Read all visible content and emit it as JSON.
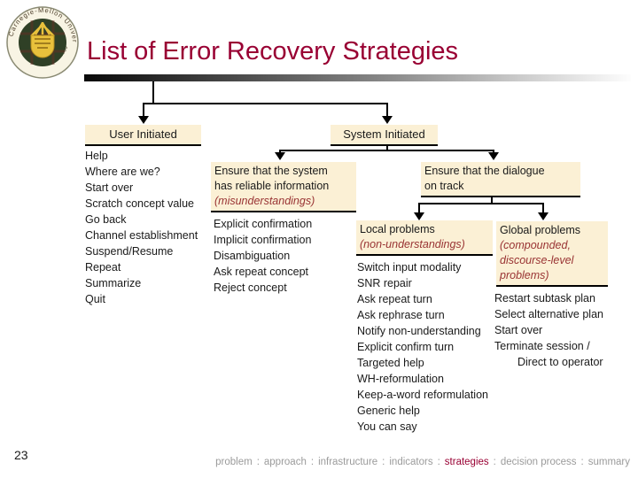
{
  "logo": {
    "ring_text_top": "Carnegie-Mellon University",
    "ring_text_bottom": "PENNSYLVANIA 1900"
  },
  "header": {
    "title": "List of Error Recovery Strategies"
  },
  "tree": {
    "user_initiated": {
      "label": "User Initiated",
      "items": [
        "Help",
        "Where are we?",
        "Start over",
        "Scratch concept value",
        "Go back",
        "Channel establishment",
        "Suspend/Resume",
        "Repeat",
        "Summarize",
        "Quit"
      ]
    },
    "system_initiated": {
      "label": "System Initiated"
    },
    "misunderstandings": {
      "heading": "Ensure that the system\nhas reliable information",
      "category": "(misunderstandings)",
      "items": [
        "Explicit confirmation",
        "Implicit confirmation",
        "Disambiguation",
        "Ask repeat concept",
        "Reject concept"
      ]
    },
    "dialogue": {
      "heading": "Ensure that the dialogue\non track"
    },
    "local_problems": {
      "heading": "Local problems",
      "category": "(non-understandings)",
      "items": [
        "Switch input modality",
        "SNR repair",
        "Ask repeat turn",
        "Ask rephrase turn",
        "Notify non-understanding",
        "Explicit confirm turn",
        "Targeted help",
        "WH-reformulation",
        "Keep-a-word reformulation",
        "Generic help",
        "You can say"
      ]
    },
    "global_problems": {
      "heading": "Global problems",
      "category": "(compounded,\ndiscourse-level\nproblems)",
      "items": [
        "Restart subtask plan",
        "Select alternative plan",
        "Start over",
        "Terminate session /",
        {
          "label": "Direct to operator",
          "indent": true
        }
      ]
    }
  },
  "footer": {
    "page_number": "23",
    "separator": ":",
    "nav": [
      {
        "label": "problem"
      },
      {
        "label": "approach"
      },
      {
        "label": "infrastructure"
      },
      {
        "label": "indicators"
      },
      {
        "label": "strategies",
        "active": true
      },
      {
        "label": "decision process"
      },
      {
        "label": "summary"
      }
    ]
  },
  "colors": {
    "accent_red": "#990033",
    "category_red": "#993333",
    "box_beige": "#FBF0D5"
  }
}
